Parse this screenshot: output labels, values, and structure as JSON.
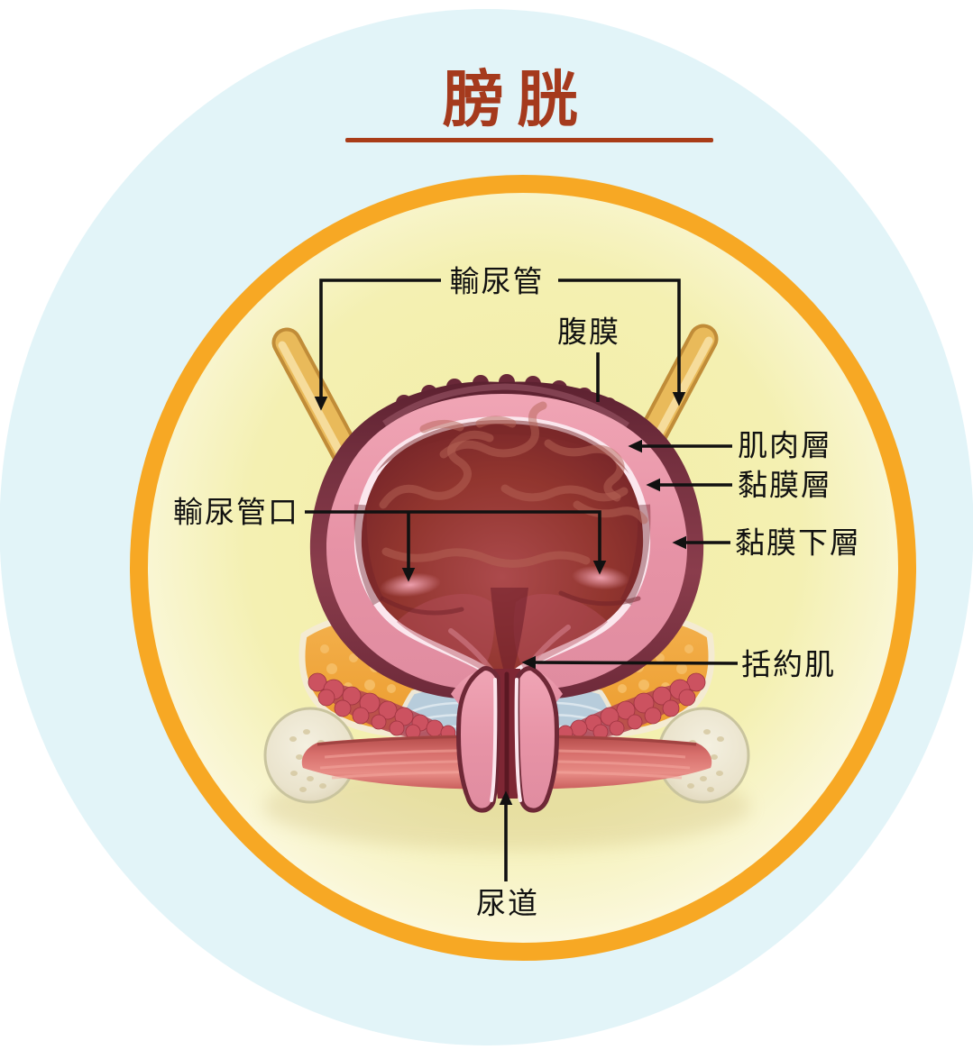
{
  "title": {
    "text": "膀胱"
  },
  "labels": {
    "ureter": "輸尿管",
    "peritoneum": "腹膜",
    "muscle_layer": "肌肉層",
    "mucosa_layer": "黏膜層",
    "submucosa_layer": "黏膜下層",
    "ureteral_orifice": "輸尿管口",
    "sphincter": "括約肌",
    "urethra": "尿道"
  },
  "colors": {
    "background": "#FFFFFF",
    "outer_circle_blue": "#E2F4F8",
    "ring_orange": "#F7A824",
    "inner_fill_yellow": "#F4F0B0",
    "title_text": "#A53A1D",
    "label_text": "#111111",
    "annotation_line": "#111111",
    "bladder_rim_maroon": "#74303F",
    "bladder_wall_pink": "#E793A6",
    "bladder_inner_white_line": "#FBE7EE",
    "bladder_cavity_red": "#96372F",
    "ureter_tube_tan": "#E9BA5A",
    "fat_pad_orange": "#F0A53E",
    "pelvic_muscle_blue": "#B7CCDB",
    "vessel_red": "#CC5260",
    "bone_cream": "#EDE7D3",
    "muscle_band_pink": "#DD7A76"
  }
}
